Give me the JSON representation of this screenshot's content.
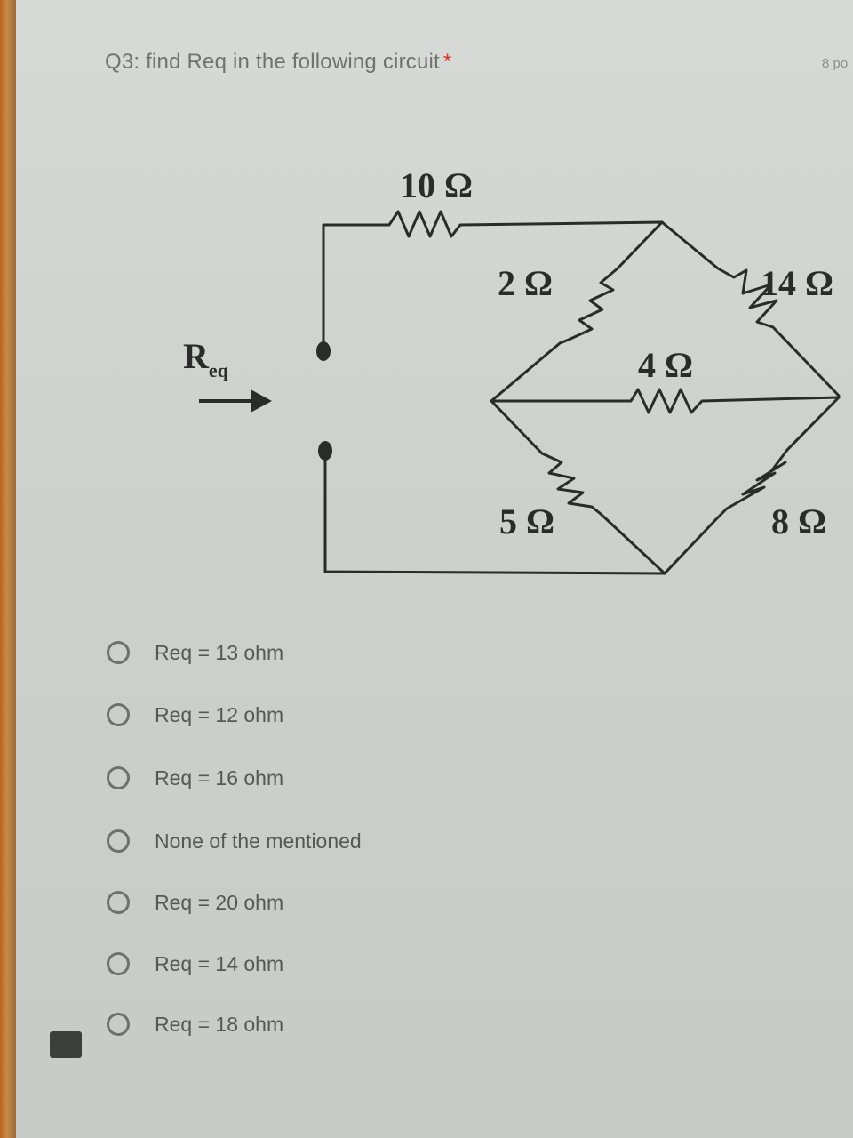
{
  "question": {
    "title": "Q3: find Req in the following circuit",
    "required_mark": "*",
    "points": "8 po"
  },
  "circuit": {
    "req_label": "R",
    "req_subscript": "eq",
    "resistors": {
      "r_top": "10 Ω",
      "r_upper_left": "2 Ω",
      "r_upper_right": "14 Ω",
      "r_middle": "4 Ω",
      "r_lower_left": "5 Ω",
      "r_lower_right": "8 Ω"
    }
  },
  "options": [
    {
      "label": "Req = 13 ohm"
    },
    {
      "label": "Req = 12 ohm"
    },
    {
      "label": "Req = 16 ohm"
    },
    {
      "label": "None of the mentioned"
    },
    {
      "label": "Req = 20 ohm"
    },
    {
      "label": "Req = 14 ohm"
    },
    {
      "label": "Req = 18 ohm"
    }
  ]
}
